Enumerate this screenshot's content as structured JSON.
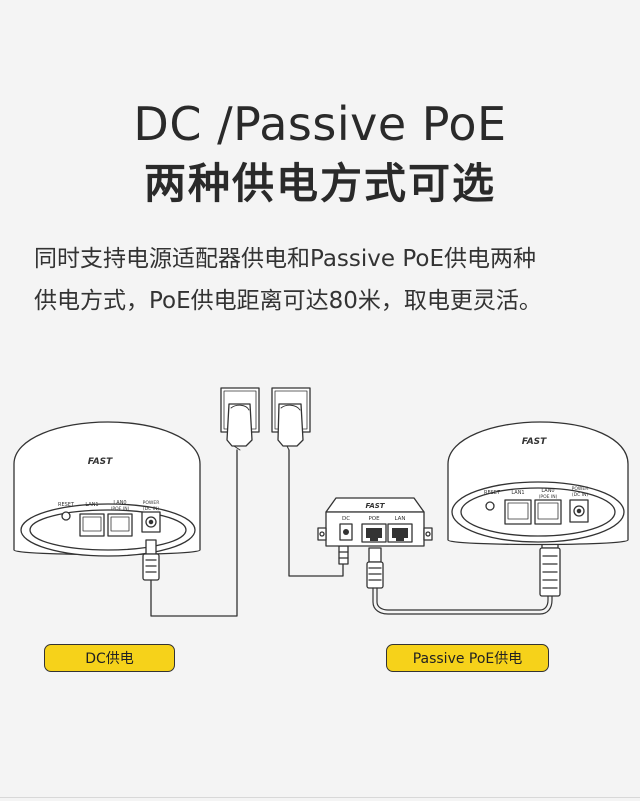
{
  "title": {
    "line1": "DC /Passive PoE",
    "line2": "两种供电方式可选"
  },
  "description": {
    "line1": "同时支持电源适配器供电和Passive PoE供电两种",
    "line2": "供电方式，PoE供电距离可达80米，取电更灵活。"
  },
  "illustration": {
    "brand": "FAST",
    "left_device": {
      "reset": "RESET",
      "lan1": "LAN1",
      "lan0_line1": "LAN0",
      "lan0_line2": "(POE IN)",
      "power_line1": "POWER",
      "power_line2": "(DC IN)"
    },
    "right_device": {
      "reset": "RESET",
      "lan1": "LAN1",
      "lan0_line1": "LAN0",
      "lan0_line2": "(POE IN)",
      "power_line1": "POWER",
      "power_line2": "(DC IN)"
    },
    "injector": {
      "brand": "FAST",
      "dc": "DC",
      "poe": "POE",
      "lan": "LAN"
    }
  },
  "labels": {
    "dc": "DC供电",
    "poe": "Passive PoE供电"
  },
  "colors": {
    "badge": "#f6d21a",
    "stroke": "#333333",
    "background": "#f4f4f4"
  }
}
